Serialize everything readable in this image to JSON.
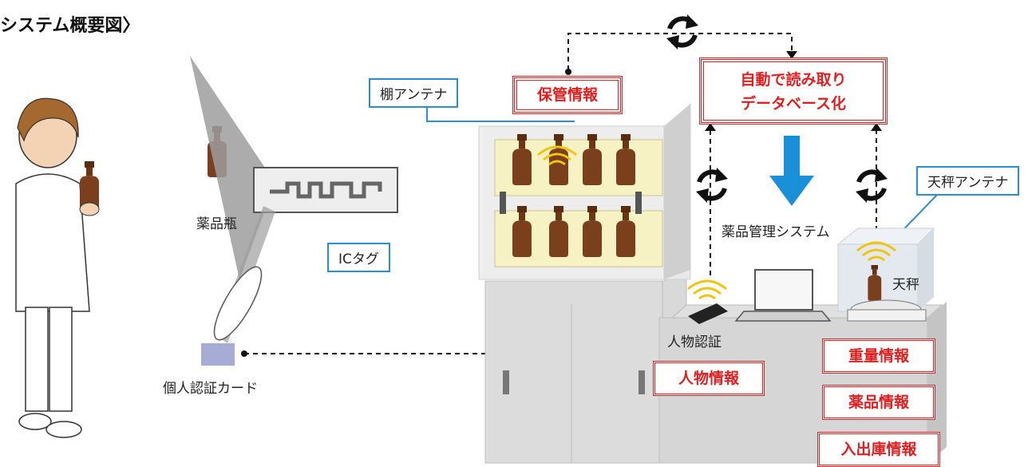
{
  "title": "システム概要図〉",
  "labels": {
    "shelf_antenna": "棚アンテナ",
    "storage_info": "保管情報",
    "auto_read_line1": "自動で読み取り",
    "auto_read_line2": "データベース化",
    "scale_antenna": "天秤アンテナ",
    "reagent_bottle": "薬品瓶",
    "ic_tag": "ICタグ",
    "management_system": "薬品管理システム",
    "scale": "天秤",
    "person_auth": "人物認証",
    "personal_card": "個人認証カード",
    "person_info": "人物情報",
    "weight_info": "重量情報",
    "reagent_info": "薬品情報",
    "inout_info": "入出庫情報"
  },
  "colors": {
    "red": "#e02020",
    "blue": "#2a8fd0",
    "bottle": "#7a3f1c",
    "cabinet": "#d9d9d9",
    "shelf_box": "#f7f2c4",
    "wave": "#f1c40f"
  }
}
